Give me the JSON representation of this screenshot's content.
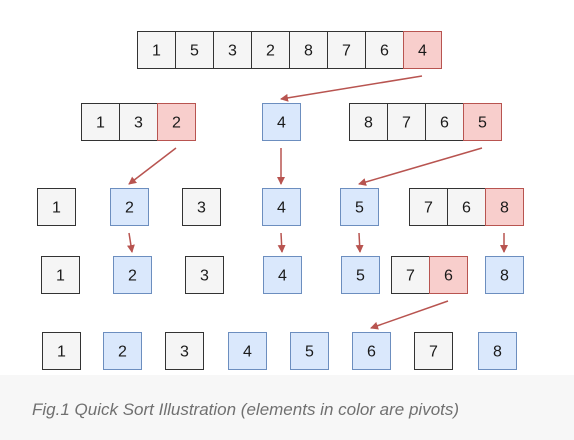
{
  "colors": {
    "plain_fill": "#f5f5f5",
    "plain_stroke": "#333333",
    "pivot_fill": "#f8cecc",
    "pivot_stroke": "#b85450",
    "sorted_fill": "#dae8fc",
    "sorted_stroke": "#6c8ebf",
    "arrow": "#b85450"
  },
  "rows": [
    {
      "groups": [
        {
          "cells": [
            {
              "v": "1",
              "k": "plain"
            },
            {
              "v": "5",
              "k": "plain"
            },
            {
              "v": "3",
              "k": "plain"
            },
            {
              "v": "2",
              "k": "plain"
            },
            {
              "v": "8",
              "k": "plain"
            },
            {
              "v": "7",
              "k": "plain"
            },
            {
              "v": "6",
              "k": "plain"
            },
            {
              "v": "4",
              "k": "pivot"
            }
          ]
        }
      ]
    },
    {
      "groups": [
        {
          "cells": [
            {
              "v": "1",
              "k": "plain"
            },
            {
              "v": "3",
              "k": "plain"
            },
            {
              "v": "2",
              "k": "pivot"
            }
          ]
        },
        {
          "cells": [
            {
              "v": "4",
              "k": "sorted"
            }
          ]
        },
        {
          "cells": [
            {
              "v": "8",
              "k": "plain"
            },
            {
              "v": "7",
              "k": "plain"
            },
            {
              "v": "6",
              "k": "plain"
            },
            {
              "v": "5",
              "k": "pivot"
            }
          ]
        }
      ]
    },
    {
      "groups": [
        {
          "cells": [
            {
              "v": "1",
              "k": "plain"
            }
          ]
        },
        {
          "cells": [
            {
              "v": "2",
              "k": "sorted"
            }
          ]
        },
        {
          "cells": [
            {
              "v": "3",
              "k": "plain"
            }
          ]
        },
        {
          "cells": [
            {
              "v": "4",
              "k": "sorted"
            }
          ]
        },
        {
          "cells": [
            {
              "v": "5",
              "k": "sorted"
            }
          ]
        },
        {
          "cells": [
            {
              "v": "7",
              "k": "plain"
            },
            {
              "v": "6",
              "k": "plain"
            },
            {
              "v": "8",
              "k": "pivot"
            }
          ]
        }
      ]
    },
    {
      "groups": [
        {
          "cells": [
            {
              "v": "1",
              "k": "plain"
            }
          ]
        },
        {
          "cells": [
            {
              "v": "2",
              "k": "sorted"
            }
          ]
        },
        {
          "cells": [
            {
              "v": "3",
              "k": "plain"
            }
          ]
        },
        {
          "cells": [
            {
              "v": "4",
              "k": "sorted"
            }
          ]
        },
        {
          "cells": [
            {
              "v": "5",
              "k": "sorted"
            }
          ]
        },
        {
          "cells": [
            {
              "v": "7",
              "k": "plain"
            },
            {
              "v": "6",
              "k": "pivot"
            }
          ]
        },
        {
          "cells": [
            {
              "v": "8",
              "k": "sorted"
            }
          ]
        }
      ]
    },
    {
      "groups": [
        {
          "cells": [
            {
              "v": "1",
              "k": "plain"
            }
          ]
        },
        {
          "cells": [
            {
              "v": "2",
              "k": "sorted"
            }
          ]
        },
        {
          "cells": [
            {
              "v": "3",
              "k": "plain"
            }
          ]
        },
        {
          "cells": [
            {
              "v": "4",
              "k": "sorted"
            }
          ]
        },
        {
          "cells": [
            {
              "v": "5",
              "k": "sorted"
            }
          ]
        },
        {
          "cells": [
            {
              "v": "6",
              "k": "sorted"
            }
          ]
        },
        {
          "cells": [
            {
              "v": "7",
              "k": "plain"
            }
          ]
        },
        {
          "cells": [
            {
              "v": "8",
              "k": "sorted"
            }
          ]
        }
      ]
    }
  ],
  "arrows": [
    {
      "from": [
        0,
        0,
        7
      ],
      "to": [
        1,
        1,
        0
      ]
    },
    {
      "from": [
        1,
        0,
        2
      ],
      "to": [
        2,
        1,
        0
      ]
    },
    {
      "from": [
        1,
        1,
        0
      ],
      "to": [
        2,
        3,
        0
      ]
    },
    {
      "from": [
        1,
        2,
        3
      ],
      "to": [
        2,
        4,
        0
      ]
    },
    {
      "from": [
        2,
        1,
        0
      ],
      "to": [
        3,
        1,
        0
      ]
    },
    {
      "from": [
        2,
        3,
        0
      ],
      "to": [
        3,
        3,
        0
      ]
    },
    {
      "from": [
        2,
        4,
        0
      ],
      "to": [
        3,
        4,
        0
      ]
    },
    {
      "from": [
        2,
        5,
        2
      ],
      "to": [
        3,
        6,
        0
      ]
    },
    {
      "from": [
        3,
        5,
        1
      ],
      "to": [
        4,
        5,
        0
      ]
    }
  ],
  "caption": "Fig.1 Quick Sort Illustration (elements in color are pivots)"
}
